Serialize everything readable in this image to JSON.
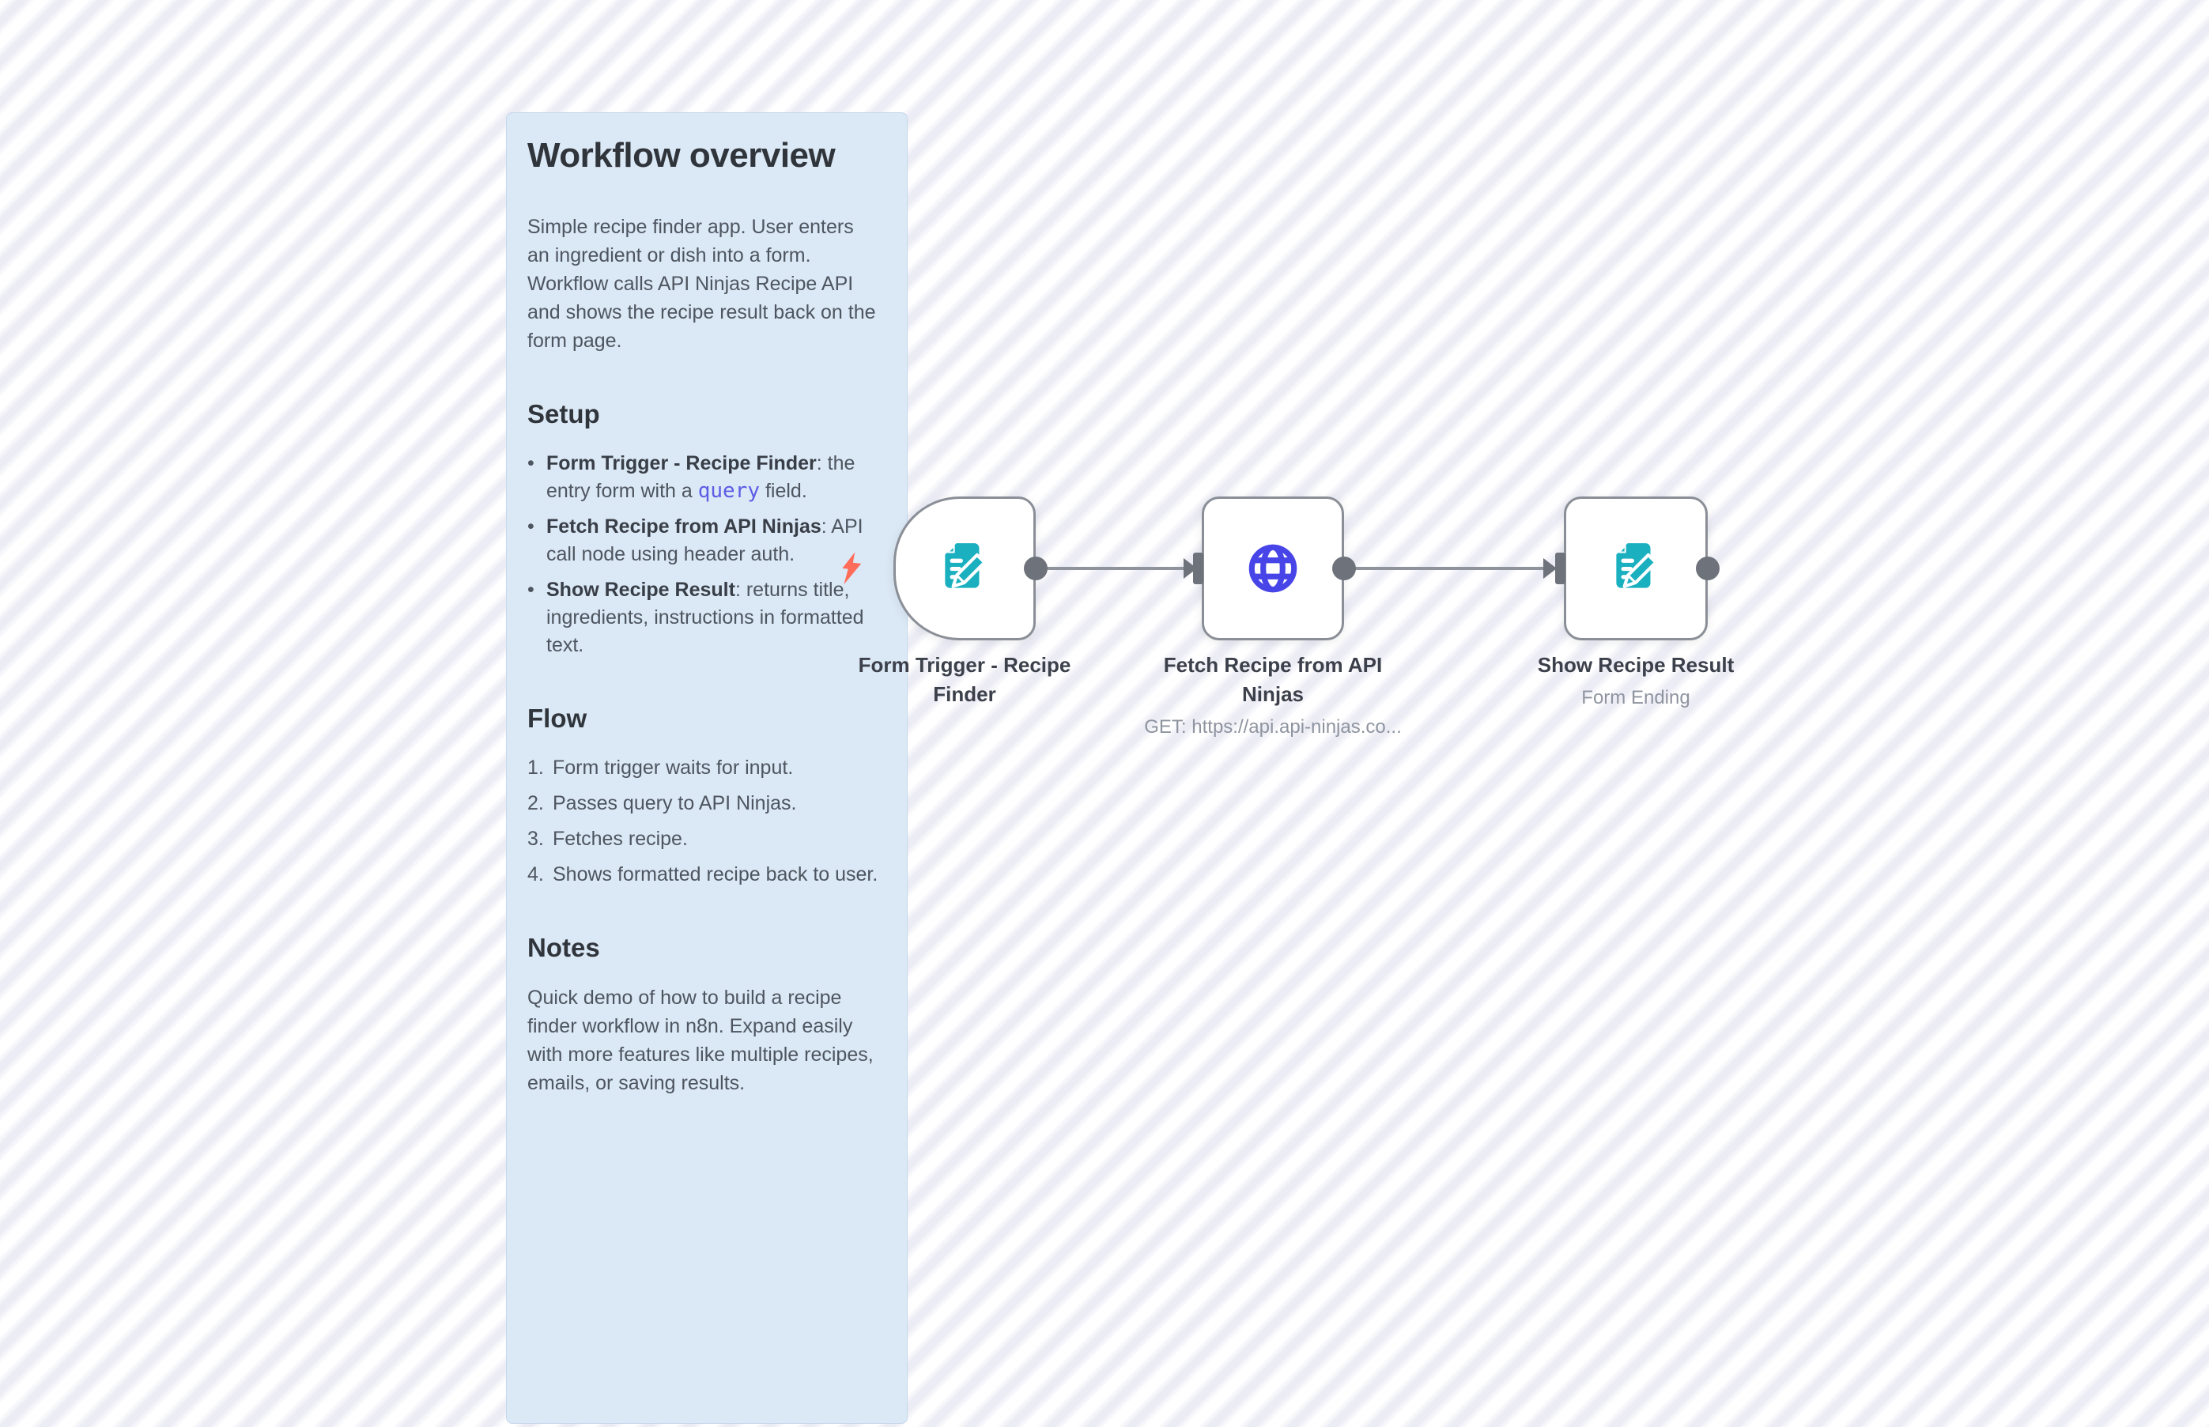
{
  "colors": {
    "canvas_stripe_light": "#ffffff",
    "canvas_stripe_dark": "#ececf5",
    "sticky_bg": "#dbe8f5",
    "sticky_border": "#c5d8ea",
    "heading_text": "#30353c",
    "body_text": "#4d5560",
    "code_text": "#5c5ce6",
    "node_border": "#8a8e96",
    "connector_line": "#8f939b",
    "connector_endpoint": "#6e727b",
    "node_label_text": "#3b404a",
    "node_subtitle_text": "#8e949f",
    "form_icon_teal": "#1ab0bf",
    "globe_icon_indigo": "#4845e8",
    "trigger_bolt": "#ff6d5a"
  },
  "sticky": {
    "title": "Workflow overview",
    "intro": "Simple recipe finder app. User enters an ingredient or dish into a form. Workflow calls API Ninjas Recipe API and shows the recipe result back on the form page.",
    "setup": {
      "heading": "Setup",
      "items": [
        {
          "marker": "•",
          "bold": "Form Trigger - Recipe Finder",
          "mid": ": the entry form with a ",
          "code": "query",
          "end": " field."
        },
        {
          "marker": "•",
          "bold": "Fetch Recipe from API Ninjas",
          "mid": ": API call node using header auth.",
          "code": "",
          "end": ""
        },
        {
          "marker": "•",
          "bold": "Show Recipe Result",
          "mid": ": returns title, ingredients, instructions in formatted text.",
          "code": "",
          "end": ""
        }
      ]
    },
    "flow": {
      "heading": "Flow",
      "items": [
        {
          "marker": "1.",
          "text": "Form trigger waits for input."
        },
        {
          "marker": "2.",
          "text": "Passes query to API Ninjas."
        },
        {
          "marker": "3.",
          "text": "Fetches recipe."
        },
        {
          "marker": "4.",
          "text": "Shows formatted recipe back to user."
        }
      ]
    },
    "notes": {
      "heading": "Notes",
      "paragraph": "Quick demo of how to build a recipe finder workflow in n8n. Expand easily with more features like multiple recipes, emails, or saving results."
    }
  },
  "nodes": [
    {
      "label": "Form Trigger - Recipe Finder",
      "subtitle": "",
      "icon": "form-edit-icon",
      "kind": "trigger"
    },
    {
      "label": "Fetch Recipe from API Ninjas",
      "subtitle": "GET: https://api.api-ninjas.co...",
      "icon": "globe-icon",
      "kind": "regular"
    },
    {
      "label": "Show Recipe Result",
      "subtitle": "Form Ending",
      "icon": "form-edit-icon",
      "kind": "regular"
    }
  ]
}
